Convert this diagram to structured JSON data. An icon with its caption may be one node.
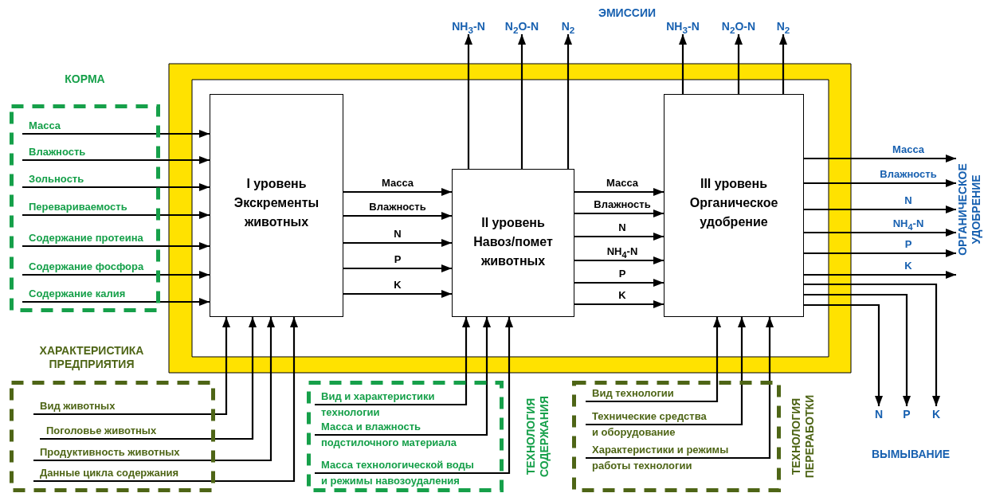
{
  "diagram": {
    "nodes": [
      {
        "text": [
          "КОРМА"
        ]
      },
      {
        "text": [
          "Масса"
        ],
        "in": 0
      },
      {
        "text": [
          "Влажность"
        ],
        "in": 0
      },
      {
        "text": [
          "Зольность"
        ],
        "in": 0
      },
      {
        "text": [
          "Перевариваемость"
        ],
        "in": 0
      },
      {
        "text": [
          "Содержание протеина"
        ],
        "in": 0
      },
      {
        "text": [
          "Содержание фосфора"
        ],
        "in": 0
      },
      {
        "text": [
          "Содержание калия"
        ],
        "in": 0
      },
      {
        "text": [
          "I уровень Экскременты животных"
        ]
      },
      {
        "text": [
          "II уровень Навоз/помет животных"
        ]
      },
      {
        "text": [
          "III уровень Органическое удобрение"
        ]
      },
      {
        "text": [
          "ХАРАКТЕРИСТИКА ПРЕДПРИЯТИЯ"
        ]
      },
      {
        "text": [
          "Вид животных"
        ],
        "in": 11
      },
      {
        "text": [
          "Поголовье животных"
        ],
        "in": 11
      },
      {
        "text": [
          "Продуктивность животных"
        ],
        "in": 11
      },
      {
        "text": [
          "Данные цикла содержания"
        ],
        "in": 11
      },
      {
        "text": [
          "ТЕХНОЛОГИЯ СОДЕРЖАНИЯ"
        ]
      },
      {
        "text": [
          "Вид и характеристики технологии"
        ],
        "in": 16
      },
      {
        "text": [
          "Масса и влажность подстилочного материала"
        ],
        "in": 16
      },
      {
        "text": [
          "Масса технологической воды и режимы навозоудаления"
        ],
        "in": 16
      },
      {
        "text": [
          "ТЕХНОЛОГИЯ ПЕРЕРАБОТКИ"
        ]
      },
      {
        "text": [
          "Вид технологии"
        ],
        "in": 20
      },
      {
        "text": [
          "Технические средства и оборудование"
        ],
        "in": 20
      },
      {
        "text": [
          "Характеристики и режимы работы технологии"
        ],
        "in": 20
      },
      {
        "text": [
          "NH$_{3}$-N"
        ]
      },
      {
        "text": [
          "N$_{2}$O-N"
        ]
      },
      {
        "text": [
          "N$_{2}$"
        ]
      },
      {
        "text": [
          "NH$_{3}$-N"
        ]
      },
      {
        "text": [
          "N$_{2}$O-N"
        ]
      },
      {
        "text": [
          "N$_{2}$"
        ]
      },
      {
        "text": [
          "N"
        ]
      },
      {
        "text": [
          "P"
        ]
      },
      {
        "text": [
          "K"
        ]
      },
      {
        "text": [
          "ОРГАНИЧЕСКОЕ УДОБРЕНИЕ"
        ]
      }
    ],
    "edges": [
      {
        "from": 1,
        "to": 8,
        "arrow": "to"
      },
      {
        "from": 2,
        "to": 8,
        "arrow": "to"
      },
      {
        "from": 3,
        "to": 8,
        "arrow": "to"
      },
      {
        "from": 4,
        "to": 8,
        "arrow": "to"
      },
      {
        "from": 5,
        "to": 8,
        "arrow": "to"
      },
      {
        "from": 6,
        "to": 8,
        "arrow": "to"
      },
      {
        "from": 7,
        "to": 8,
        "arrow": "to"
      },
      {
        "from": 8,
        "to": 9,
        "arrow": "to",
        "label": "Масса"
      },
      {
        "from": 8,
        "to": 9,
        "arrow": "to",
        "label": "Влажность"
      },
      {
        "from": 8,
        "to": 9,
        "arrow": "to",
        "label": "N"
      },
      {
        "from": 8,
        "to": 9,
        "arrow": "to",
        "label": "P"
      },
      {
        "from": 8,
        "to": 9,
        "arrow": "to",
        "label": "K"
      },
      {
        "from": 9,
        "to": 10,
        "arrow": "to",
        "label": "Масса"
      },
      {
        "from": 9,
        "to": 10,
        "arrow": "to",
        "label": "Влажность"
      },
      {
        "from": 9,
        "to": 10,
        "arrow": "to",
        "label": "N"
      },
      {
        "from": 9,
        "to": 10,
        "arrow": "to",
        "label": "NH$_{4}$-N"
      },
      {
        "from": 9,
        "to": 10,
        "arrow": "to",
        "label": "P"
      },
      {
        "from": 9,
        "to": 10,
        "arrow": "to",
        "label": "K"
      },
      {
        "from": 10,
        "to": 33,
        "arrow": "to",
        "label": "Масса"
      },
      {
        "from": 10,
        "to": 33,
        "arrow": "to",
        "label": "Влажность"
      },
      {
        "from": 10,
        "to": 33,
        "arrow": "to",
        "label": "N"
      },
      {
        "from": 10,
        "to": 33,
        "arrow": "to",
        "label": "NH$_{4}$-N"
      },
      {
        "from": 10,
        "to": 33,
        "arrow": "to",
        "label": "P"
      },
      {
        "from": 10,
        "to": 33,
        "arrow": "to",
        "label": "K"
      },
      {
        "from": 10,
        "to": 30,
        "arrow": "to"
      },
      {
        "from": 10,
        "to": 31,
        "arrow": "to"
      },
      {
        "from": 10,
        "to": 32,
        "arrow": "to"
      },
      {
        "from": 9,
        "to": 24,
        "arrow": "to"
      },
      {
        "from": 9,
        "to": 25,
        "arrow": "to"
      },
      {
        "from": 9,
        "to": 26,
        "arrow": "to"
      },
      {
        "from": 10,
        "to": 27,
        "arrow": "to"
      },
      {
        "from": 10,
        "to": 28,
        "arrow": "to"
      },
      {
        "from": 10,
        "to": 29,
        "arrow": "to"
      },
      {
        "from": 12,
        "to": 8,
        "arrow": "to"
      },
      {
        "from": 13,
        "to": 8,
        "arrow": "to"
      },
      {
        "from": 14,
        "to": 8,
        "arrow": "to"
      },
      {
        "from": 15,
        "to": 8,
        "arrow": "to"
      },
      {
        "from": 17,
        "to": 9,
        "arrow": "to"
      },
      {
        "from": 18,
        "to": 9,
        "arrow": "to"
      },
      {
        "from": 19,
        "to": 9,
        "arrow": "to"
      },
      {
        "from": 21,
        "to": 10,
        "arrow": "to"
      },
      {
        "from": 22,
        "to": 10,
        "arrow": "to"
      },
      {
        "from": 23,
        "to": 10,
        "arrow": "to"
      }
    ],
    "labels": [
      "ЭМИССИИ",
      "ВЫМЫВАНИЕ"
    ]
  }
}
